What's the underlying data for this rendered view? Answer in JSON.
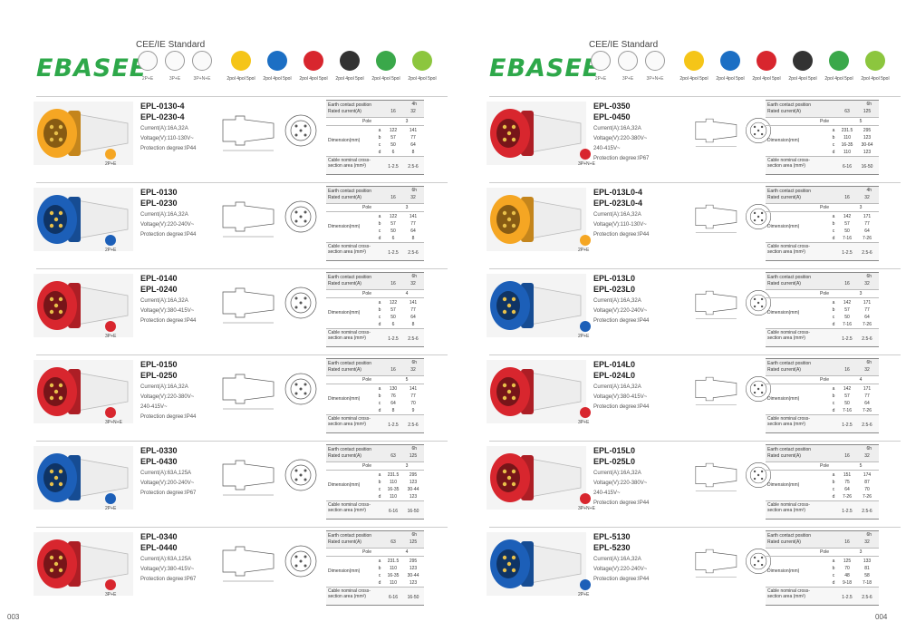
{
  "brand": "EBASEE",
  "standard_title": "CEE/IE Standard",
  "symbols": [
    "2P+E",
    "3P+E",
    "3P+N+E"
  ],
  "voltage_dots": [
    {
      "color": "#f5c518",
      "caption": "2pol 4pol 5pol"
    },
    {
      "color": "#1c6fc4",
      "caption": "2pol 4pol 5pol"
    },
    {
      "color": "#d8262e",
      "caption": "2pol 4pol 5pol"
    },
    {
      "color": "#333333",
      "caption": "2pol 4pol 5pol"
    },
    {
      "color": "#3aa84a",
      "caption": "2pol 4pol 5pol"
    },
    {
      "color": "#8cc63e",
      "caption": "2pol 4pol 5pol"
    }
  ],
  "labels": {
    "earth": "Earth contact position",
    "rated": "Rated current(A)",
    "pole": "Pole",
    "dim": "Dimension(mm)",
    "cable": "Cable nominal cross-section area (mm²)",
    "letters": [
      "a",
      "b",
      "c",
      "d"
    ]
  },
  "pages": [
    {
      "number": "003",
      "rows": [
        {
          "models": [
            "EPL-0130-4",
            "EPL-0230-4"
          ],
          "specs": [
            "Current(A):16A,32A",
            "Voltage(V):110-130V~",
            "Protection degree:IP44"
          ],
          "pin": "2P+E",
          "color": "#f5a623",
          "h": "4h",
          "currents": [
            "16",
            "32"
          ],
          "pole": "3",
          "dims": [
            [
              "122",
              "141"
            ],
            [
              "57",
              "77"
            ],
            [
              "50",
              "64"
            ],
            [
              "6",
              "8"
            ]
          ],
          "cable": [
            "1-2.5",
            "2.5-6"
          ]
        },
        {
          "models": [
            "EPL-0130",
            "EPL-0230"
          ],
          "specs": [
            "Current(A):16A,32A",
            "Voltage(V):220-240V~",
            "Protection degree:IP44"
          ],
          "pin": "2P+E",
          "color": "#1c5fb8",
          "h": "6h",
          "currents": [
            "16",
            "32"
          ],
          "pole": "3",
          "dims": [
            [
              "122",
              "141"
            ],
            [
              "57",
              "77"
            ],
            [
              "50",
              "64"
            ],
            [
              "6",
              "8"
            ]
          ],
          "cable": [
            "1-2.5",
            "2.5-6"
          ]
        },
        {
          "models": [
            "EPL-0140",
            "EPL-0240"
          ],
          "specs": [
            "Current(A):16A,32A",
            "Voltage(V):380-415V~",
            "Protection degree:IP44"
          ],
          "pin": "3P+E",
          "color": "#d8262e",
          "h": "6h",
          "currents": [
            "16",
            "32"
          ],
          "pole": "4",
          "dims": [
            [
              "122",
              "141"
            ],
            [
              "57",
              "77"
            ],
            [
              "50",
              "64"
            ],
            [
              "6",
              "8"
            ]
          ],
          "cable": [
            "1-2.5",
            "2.5-6"
          ]
        },
        {
          "models": [
            "EPL-0150",
            "EPL-0250"
          ],
          "specs": [
            "Current(A):16A,32A",
            "Voltage(V):220-380V~",
            "240-415V~",
            "Protection degree:IP44"
          ],
          "pin": "3P+N+E",
          "color": "#d8262e",
          "h": "6h",
          "currents": [
            "16",
            "32"
          ],
          "pole": "5",
          "dims": [
            [
              "130",
              "141"
            ],
            [
              "76",
              "77"
            ],
            [
              "64",
              "70"
            ],
            [
              "8",
              "9"
            ]
          ],
          "cable": [
            "1-2.5",
            "2.5-6"
          ]
        },
        {
          "models": [
            "EPL-0330",
            "EPL-0430"
          ],
          "specs": [
            "Current(A):63A,125A",
            "Voltage(V):200-240V~",
            "Protection degree:IP67"
          ],
          "pin": "2P+E",
          "color": "#1c5fb8",
          "h": "6h",
          "currents": [
            "63",
            "125"
          ],
          "pole": "3",
          "dims": [
            [
              "231.5",
              "295"
            ],
            [
              "110",
              "123"
            ],
            [
              "16-35",
              "30-44"
            ],
            [
              "110",
              "123"
            ]
          ],
          "cable": [
            "6-16",
            "16-50"
          ]
        },
        {
          "models": [
            "EPL-0340",
            "EPL-0440"
          ],
          "specs": [
            "Current(A):63A,125A",
            "Voltage(V):380-415V~",
            "Protection degree:IP67"
          ],
          "pin": "3P+E",
          "color": "#d8262e",
          "h": "6h",
          "currents": [
            "63",
            "125"
          ],
          "pole": "4",
          "dims": [
            [
              "231.5",
              "295"
            ],
            [
              "110",
              "123"
            ],
            [
              "16-35",
              "30-44"
            ],
            [
              "110",
              "123"
            ]
          ],
          "cable": [
            "6-16",
            "16-50"
          ]
        }
      ]
    },
    {
      "number": "004",
      "rows": [
        {
          "models": [
            "EPL-0350",
            "EPL-0450"
          ],
          "specs": [
            "Current(A):16A,32A",
            "Voltage(V):220-380V~",
            "240-415V~",
            "Protection degree:IP67"
          ],
          "pin": "3P+N+E",
          "color": "#d8262e",
          "h": "6h",
          "currents": [
            "63",
            "125"
          ],
          "pole": "5",
          "dims": [
            [
              "231.5",
              "295"
            ],
            [
              "110",
              "123"
            ],
            [
              "16-35",
              "30-64"
            ],
            [
              "110",
              "123"
            ]
          ],
          "cable": [
            "6-16",
            "16-50"
          ]
        },
        {
          "models": [
            "EPL-013L0-4",
            "EPL-023L0-4"
          ],
          "specs": [
            "Current(A):16A,32A",
            "Voltage(V):110-130V~",
            "Protection degree:IP44"
          ],
          "pin": "2P+E",
          "color": "#f5a623",
          "h": "4h",
          "currents": [
            "16",
            "32"
          ],
          "pole": "3",
          "dims": [
            [
              "142",
              "171"
            ],
            [
              "57",
              "77"
            ],
            [
              "50",
              "64"
            ],
            [
              "7-16",
              "7-26"
            ]
          ],
          "cable": [
            "1-2.5",
            "2.5-6"
          ]
        },
        {
          "models": [
            "EPL-013L0",
            "EPL-023L0"
          ],
          "specs": [
            "Current(A):16A,32A",
            "Voltage(V):220-240V~",
            "Protection degree:IP44"
          ],
          "pin": "2P+E",
          "color": "#1c5fb8",
          "h": "6h",
          "currents": [
            "16",
            "32"
          ],
          "pole": "3",
          "dims": [
            [
              "142",
              "171"
            ],
            [
              "57",
              "77"
            ],
            [
              "50",
              "64"
            ],
            [
              "7-16",
              "7-26"
            ]
          ],
          "cable": [
            "1-2.5",
            "2.5-6"
          ]
        },
        {
          "models": [
            "EPL-014L0",
            "EPL-024L0"
          ],
          "specs": [
            "Current(A):16A,32A",
            "Voltage(V):380-415V~",
            "Protection degree:IP44"
          ],
          "pin": "3P+E",
          "color": "#d8262e",
          "h": "6h",
          "currents": [
            "16",
            "32"
          ],
          "pole": "4",
          "dims": [
            [
              "142",
              "171"
            ],
            [
              "57",
              "77"
            ],
            [
              "50",
              "64"
            ],
            [
              "7-16",
              "7-26"
            ]
          ],
          "cable": [
            "1-2.5",
            "2.5-6"
          ]
        },
        {
          "models": [
            "EPL-015L0",
            "EPL-025L0"
          ],
          "specs": [
            "Current(A):16A,32A",
            "Voltage(V):220-380V~",
            "240-415V~",
            "Protection degree:IP44"
          ],
          "pin": "3P+N+E",
          "color": "#d8262e",
          "h": "6h",
          "currents": [
            "16",
            "32"
          ],
          "pole": "5",
          "dims": [
            [
              "151",
              "174"
            ],
            [
              "75",
              "87"
            ],
            [
              "64",
              "70"
            ],
            [
              "7-26",
              "7-26"
            ]
          ],
          "cable": [
            "1-2.5",
            "2.5-6"
          ]
        },
        {
          "models": [
            "EPL-5130",
            "EPL-5230"
          ],
          "specs": [
            "Current(A):16A,32A",
            "Voltage(V):220-240V~",
            "Protection degree:IP44"
          ],
          "pin": "2P+E",
          "color": "#1c5fb8",
          "h": "6h",
          "currents": [
            "16",
            "32"
          ],
          "pole": "3",
          "dims": [
            [
              "125",
              "133"
            ],
            [
              "70",
              "81"
            ],
            [
              "48",
              "58"
            ],
            [
              "9-18",
              "7-18"
            ]
          ],
          "cable": [
            "1-2.5",
            "2.5-6"
          ]
        }
      ]
    }
  ]
}
